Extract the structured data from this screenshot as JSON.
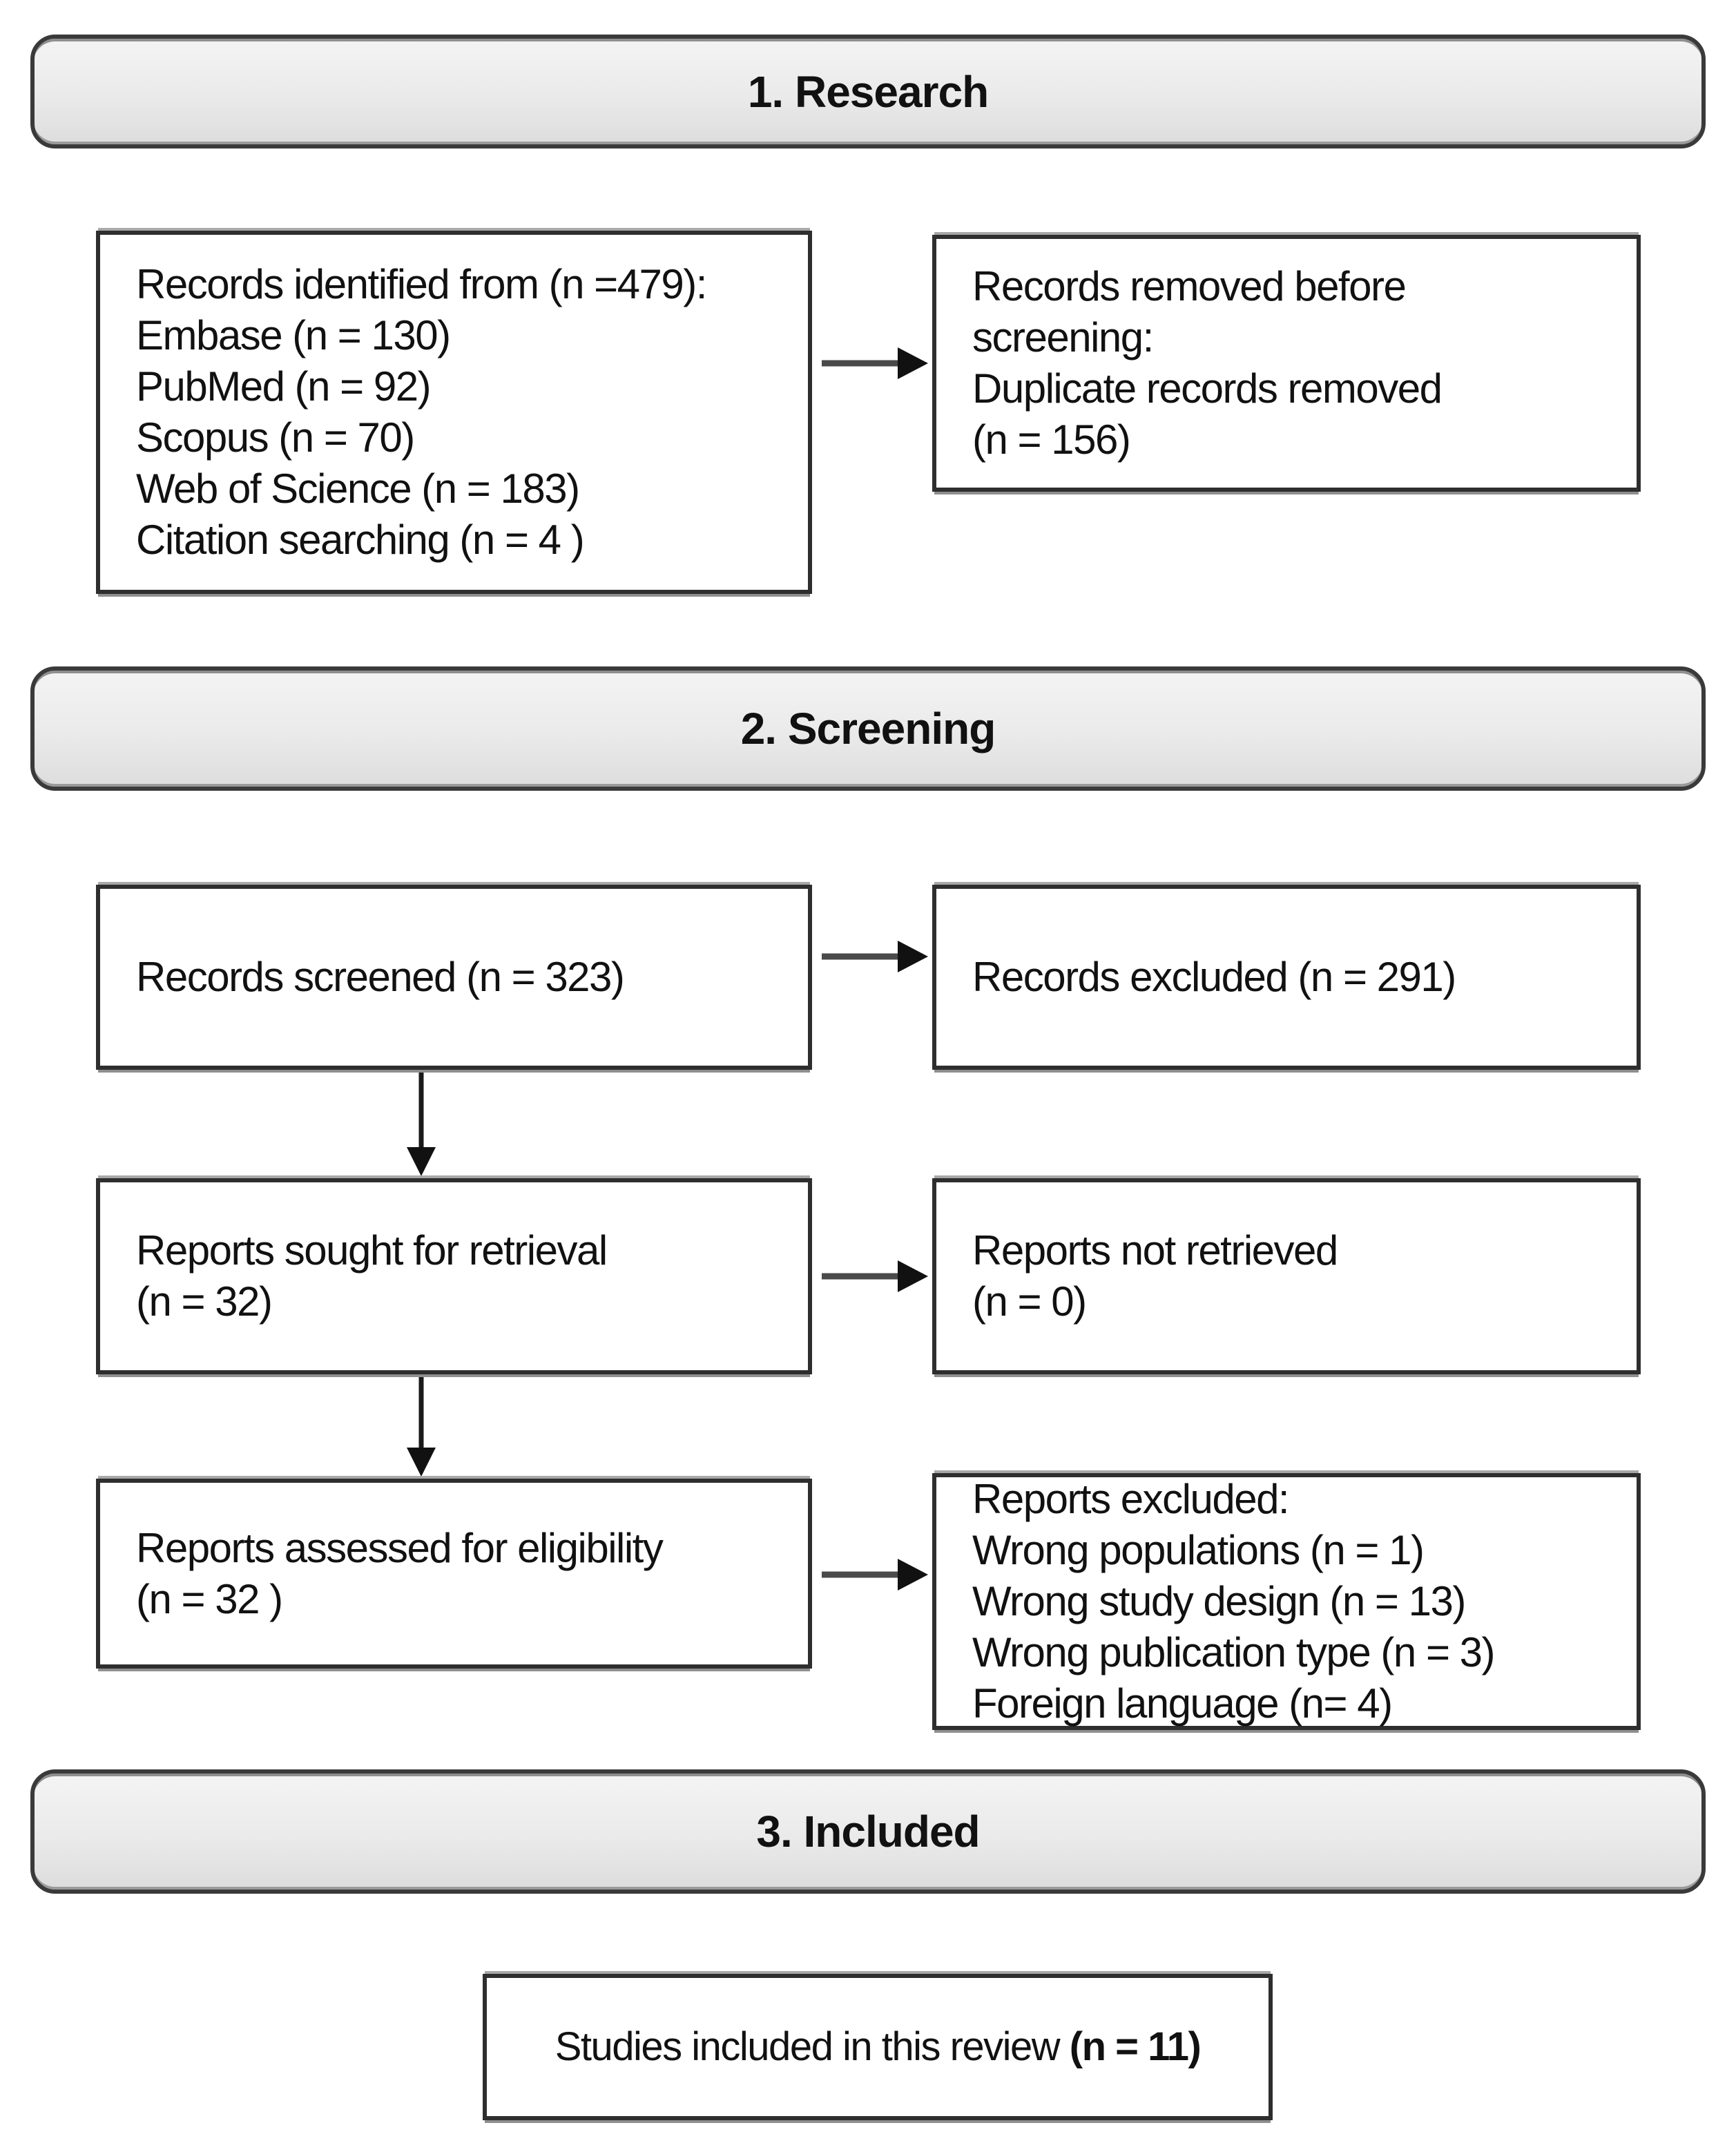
{
  "diagram": {
    "type": "prisma-flow",
    "colors": {
      "background": "#ffffff",
      "header_fill": "#e9e9e9",
      "box_border": "#2e2e2e",
      "text": "#111111",
      "arrow": "#1a1a1a"
    },
    "headers": {
      "research": "1. Research",
      "screening": "2. Screening",
      "included": "3. Included"
    },
    "boxes": {
      "identified": {
        "lines": [
          "Records identified from (n =479):",
          "Embase (n = 130)",
          "PubMed (n = 92)",
          "Scopus (n = 70)",
          "Web of Science (n = 183)",
          "Citation searching (n = 4 )"
        ]
      },
      "removed": {
        "lines": [
          "Records removed before",
          "screening:",
          "Duplicate records removed",
          "(n = 156)"
        ]
      },
      "screened": {
        "lines": [
          "Records screened (n = 323)"
        ]
      },
      "excluded": {
        "lines": [
          "Records excluded (n = 291)"
        ]
      },
      "sought": {
        "lines": [
          "Reports sought for retrieval",
          "(n = 32)"
        ]
      },
      "not_retrieved": {
        "lines": [
          "Reports not retrieved",
          "(n = 0)"
        ]
      },
      "assessed": {
        "lines": [
          "Reports assessed for eligibility",
          "(n = 32 )"
        ]
      },
      "reports_excluded": {
        "lines": [
          "Reports excluded:",
          "Wrong populations (n = 1)",
          "Wrong study design (n = 13)",
          "Wrong publication type (n = 3)",
          "Foreign language (n= 4)"
        ]
      },
      "final": {
        "prefix": "Studies included in this review ",
        "bold": "(n = 11)"
      }
    }
  }
}
